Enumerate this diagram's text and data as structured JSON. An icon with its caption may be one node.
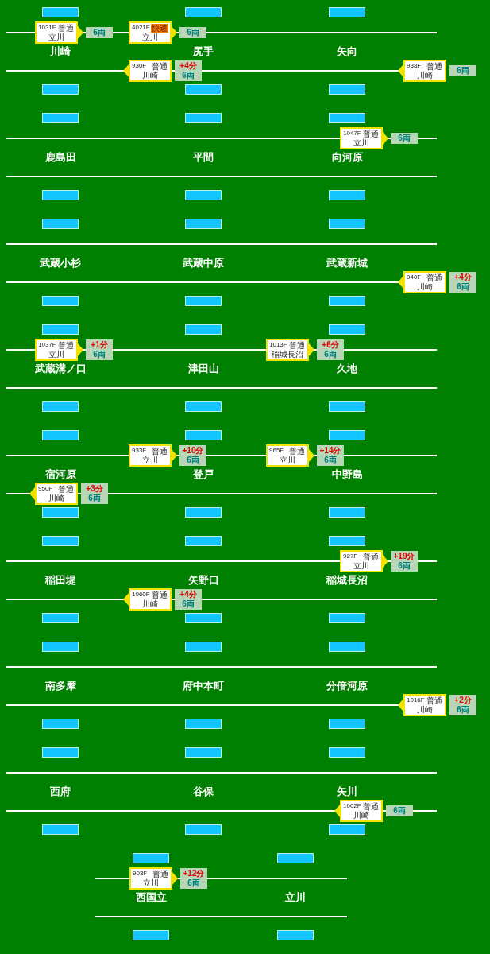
{
  "diagram": {
    "nodes": [
      {
        "text": [
          "1031F",
          "普通",
          "立川"
        ],
        "beside": [
          "6両"
        ]
      },
      {
        "text": [
          "4021F",
          "快速",
          "立川"
        ],
        "beside": [
          "6両"
        ]
      },
      {
        "text": [
          "930F",
          "普通",
          "川崎"
        ],
        "beside": [
          "+4分",
          "6両"
        ]
      },
      {
        "text": [
          "938F",
          "普通",
          "川崎"
        ],
        "beside": [
          "6両"
        ]
      },
      {
        "text": [
          "1047F",
          "普通",
          "立川"
        ],
        "beside": [
          "6両"
        ]
      },
      {
        "text": [
          "940F",
          "普通",
          "川崎"
        ],
        "beside": [
          "+4分",
          "6両"
        ]
      },
      {
        "text": [
          "1037F",
          "普通",
          "立川"
        ],
        "beside": [
          "+1分",
          "6両"
        ]
      },
      {
        "text": [
          "1013F",
          "普通",
          "稲城長沼"
        ],
        "beside": [
          "+6分",
          "6両"
        ]
      },
      {
        "text": [
          "933F",
          "普通",
          "立川"
        ],
        "beside": [
          "+10分",
          "6両"
        ]
      },
      {
        "text": [
          "965F",
          "普通",
          "立川"
        ],
        "beside": [
          "+14分",
          "6両"
        ]
      },
      {
        "text": [
          "950F",
          "普通",
          "川崎"
        ],
        "beside": [
          "+3分",
          "6両"
        ]
      },
      {
        "text": [
          "927F",
          "普通",
          "立川"
        ],
        "beside": [
          "+19分",
          "6両"
        ]
      },
      {
        "text": [
          "1060F",
          "普通",
          "川崎"
        ],
        "beside": [
          "+4分",
          "6両"
        ]
      },
      {
        "text": [
          "1016F",
          "普通",
          "川崎"
        ],
        "beside": [
          "+2分",
          "6両"
        ]
      },
      {
        "text": [
          "1002F",
          "普通",
          "川崎"
        ],
        "beside": [
          "6両"
        ]
      },
      {
        "text": [
          "903F",
          "普通",
          "立川"
        ],
        "beside": [
          "+12分",
          "6両"
        ]
      }
    ],
    "labels": [
      "川崎",
      "尻手",
      "矢向",
      "鹿島田",
      "平間",
      "向河原",
      "武蔵小杉",
      "武蔵中原",
      "武蔵新城",
      "武蔵溝ノ口",
      "津田山",
      "久地",
      "宿河原",
      "登戸",
      "中野島",
      "稲田堤",
      "矢野口",
      "稲城長沼",
      "南多摩",
      "府中本町",
      "分倍河原",
      "西府",
      "谷保",
      "矢川",
      "西国立",
      "立川"
    ]
  }
}
